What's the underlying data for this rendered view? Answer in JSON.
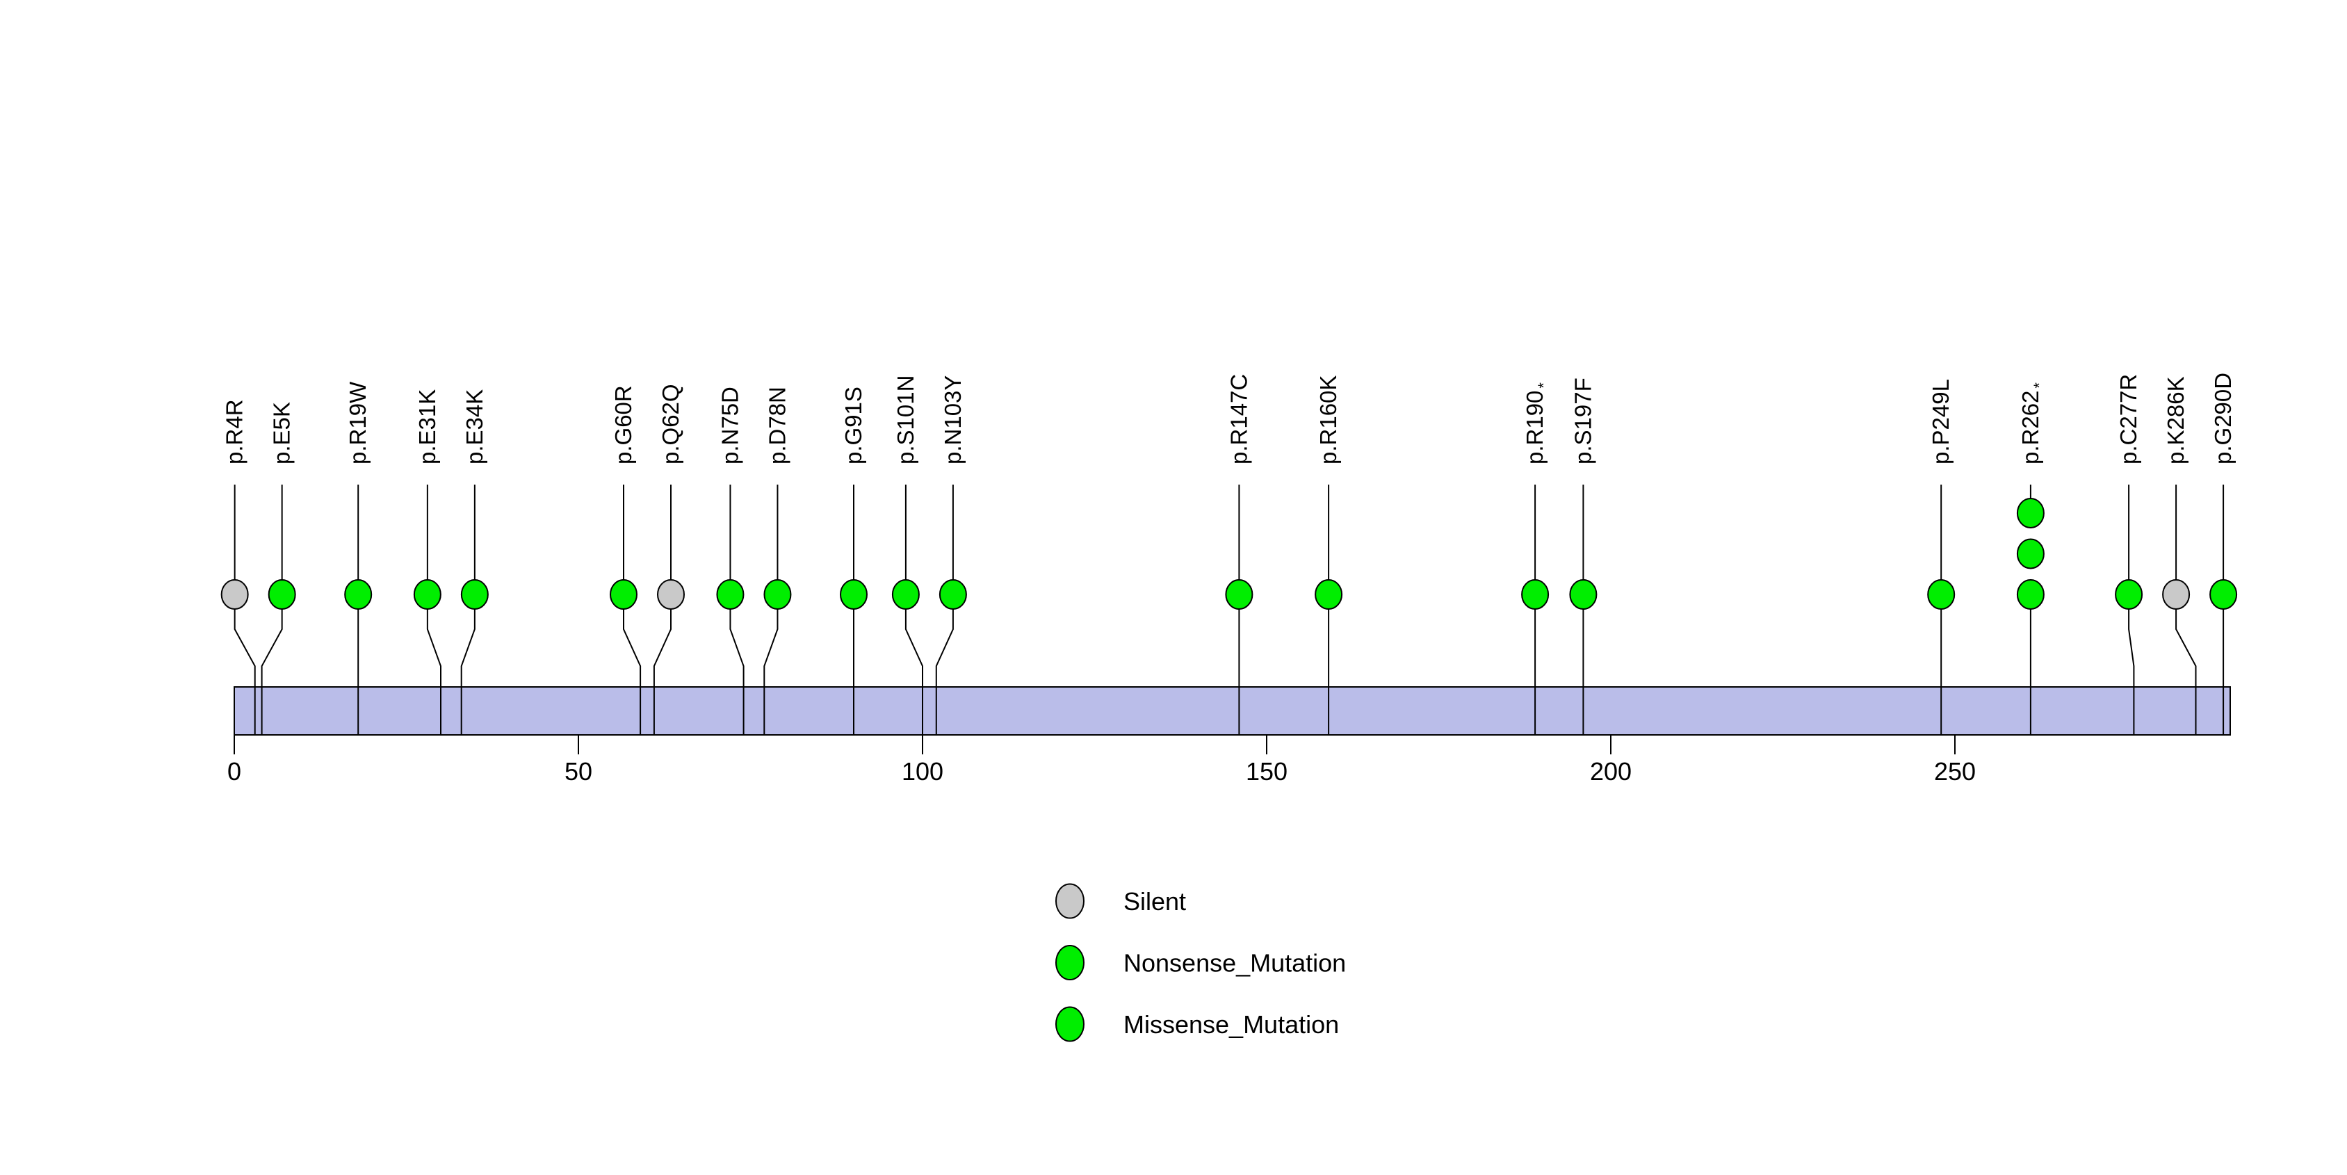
{
  "chart_data": {
    "type": "lollipop",
    "title": "",
    "background_color": "#ffffff",
    "protein_bar": {
      "start": 0,
      "end": 291,
      "fill": "#babde9",
      "stroke": "#000000"
    },
    "axis": {
      "ticks": [
        0,
        50,
        100,
        150,
        200,
        250
      ],
      "tick_labels": [
        "0",
        "50",
        "100",
        "150",
        "200",
        "250"
      ]
    },
    "mutations": [
      {
        "label": "p.R4R",
        "suffix": "",
        "pos": 4,
        "count": 1,
        "type": "Silent"
      },
      {
        "label": "p.E5K",
        "suffix": "",
        "pos": 5,
        "count": 1,
        "type": "Missense_Mutation"
      },
      {
        "label": "p.R19W",
        "suffix": "",
        "pos": 19,
        "count": 1,
        "type": "Missense_Mutation"
      },
      {
        "label": "p.E31K",
        "suffix": "",
        "pos": 31,
        "count": 1,
        "type": "Missense_Mutation"
      },
      {
        "label": "p.E34K",
        "suffix": "",
        "pos": 34,
        "count": 1,
        "type": "Missense_Mutation"
      },
      {
        "label": "p.G60R",
        "suffix": "",
        "pos": 60,
        "count": 1,
        "type": "Missense_Mutation"
      },
      {
        "label": "p.Q62Q",
        "suffix": "",
        "pos": 62,
        "count": 1,
        "type": "Silent"
      },
      {
        "label": "p.N75D",
        "suffix": "",
        "pos": 75,
        "count": 1,
        "type": "Missense_Mutation"
      },
      {
        "label": "p.D78N",
        "suffix": "",
        "pos": 78,
        "count": 1,
        "type": "Missense_Mutation"
      },
      {
        "label": "p.G91S",
        "suffix": "",
        "pos": 91,
        "count": 1,
        "type": "Missense_Mutation"
      },
      {
        "label": "p.S101N",
        "suffix": "",
        "pos": 101,
        "count": 1,
        "type": "Missense_Mutation"
      },
      {
        "label": "p.N103Y",
        "suffix": "",
        "pos": 103,
        "count": 1,
        "type": "Missense_Mutation"
      },
      {
        "label": "p.R147C",
        "suffix": "",
        "pos": 147,
        "count": 1,
        "type": "Missense_Mutation"
      },
      {
        "label": "p.R160K",
        "suffix": "",
        "pos": 160,
        "count": 1,
        "type": "Missense_Mutation"
      },
      {
        "label": "p.R190",
        "suffix": "*",
        "pos": 190,
        "count": 1,
        "type": "Nonsense_Mutation"
      },
      {
        "label": "p.S197F",
        "suffix": "",
        "pos": 197,
        "count": 1,
        "type": "Missense_Mutation"
      },
      {
        "label": "p.P249L",
        "suffix": "",
        "pos": 249,
        "count": 1,
        "type": "Missense_Mutation"
      },
      {
        "label": "p.R262",
        "suffix": "*",
        "pos": 262,
        "count": 3,
        "type": "Nonsense_Mutation"
      },
      {
        "label": "p.C277R",
        "suffix": "",
        "pos": 277,
        "count": 1,
        "type": "Missense_Mutation"
      },
      {
        "label": "p.K286K",
        "suffix": "",
        "pos": 286,
        "count": 1,
        "type": "Silent"
      },
      {
        "label": "p.G290D",
        "suffix": "",
        "pos": 290,
        "count": 1,
        "type": "Missense_Mutation"
      }
    ],
    "type_colors": {
      "Silent": "#c9c9c9",
      "Nonsense_Mutation": "#00ee00",
      "Missense_Mutation": "#00ee00"
    },
    "legend": [
      {
        "label": "Silent",
        "color": "#c9c9c9"
      },
      {
        "label": "Nonsense_Mutation",
        "color": "#00ee00"
      },
      {
        "label": "Missense_Mutation",
        "color": "#00ee00"
      }
    ]
  }
}
